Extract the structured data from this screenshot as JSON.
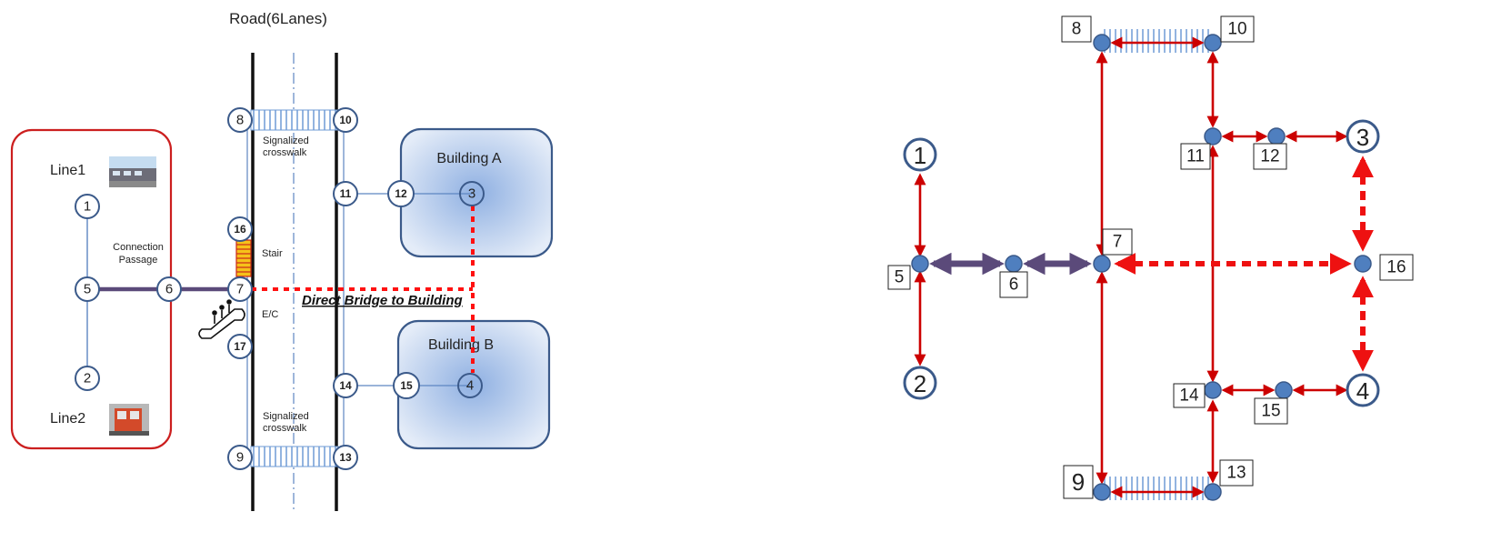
{
  "left": {
    "road_title": "Road(6Lanes)",
    "line1_label": "Line1",
    "line2_label": "Line2",
    "connection_passage_label": "Connection Passage",
    "crosswalk_label": "Signalized crosswalk",
    "stair_label": "Stair",
    "ec_label": "E/C",
    "bridge_label": "Direct Bridge to Building",
    "building_a_label": "Building A",
    "building_b_label": "Building B",
    "nodes": {
      "n1": "1",
      "n2": "2",
      "n3": "3",
      "n4": "4",
      "n5": "5",
      "n6": "6",
      "n7": "7",
      "n8": "8",
      "n9": "9",
      "n10": "10",
      "n11": "11",
      "n12": "12",
      "n13": "13",
      "n14": "14",
      "n15": "15",
      "n16": "16",
      "n17": "17"
    }
  },
  "right": {
    "nodes": {
      "n1": "1",
      "n2": "2",
      "n3": "3",
      "n4": "4",
      "n5": "5",
      "n6": "6",
      "n7": "7",
      "n8": "8",
      "n9": "9",
      "n10": "10",
      "n11": "11",
      "n12": "12",
      "n13": "13",
      "n14": "14",
      "n15": "15",
      "n16": "16"
    }
  },
  "colors": {
    "red_line": "#cc0000",
    "purple_line": "#5b4a7a",
    "node_blue": "#4f7fbf",
    "node_border": "#3b5a8a",
    "building_fill": "#c5d5ee",
    "station_border": "#cc1f1f"
  }
}
